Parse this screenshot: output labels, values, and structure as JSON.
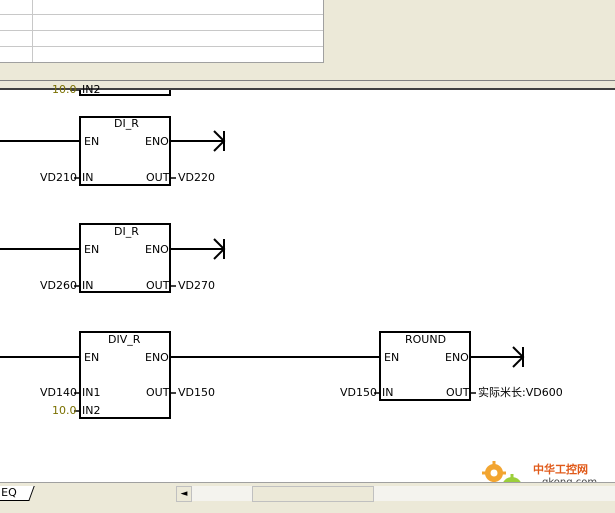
{
  "tab": {
    "label": "EQ"
  },
  "blocks": [
    {
      "name": "DI_R",
      "en": "EN",
      "eno": "ENO",
      "in": "IN",
      "out": "OUT",
      "in_operand": "VD210",
      "out_operand": "VD220"
    },
    {
      "name": "DI_R",
      "en": "EN",
      "eno": "ENO",
      "in": "IN",
      "out": "OUT",
      "in_operand": "VD260",
      "out_operand": "VD270"
    },
    {
      "name": "DIV_R",
      "en": "EN",
      "eno": "ENO",
      "in1": "IN1",
      "in2": "IN2",
      "out": "OUT",
      "in1_operand": "VD140",
      "in2_operand": "10.0",
      "out_operand": "VD150"
    },
    {
      "name": "ROUND",
      "en": "EN",
      "eno": "ENO",
      "in": "IN",
      "out": "OUT",
      "in_operand": "VD150",
      "out_operand": "实际米长:VD600"
    }
  ],
  "partial_top": {
    "constant": "10.0",
    "pin": "IN2"
  },
  "watermark": {
    "brand": "中华工控网",
    "site": "gkong.com"
  },
  "colors": {
    "constant": "#7a7000",
    "wire": "#000000",
    "background": "#ffffff"
  }
}
